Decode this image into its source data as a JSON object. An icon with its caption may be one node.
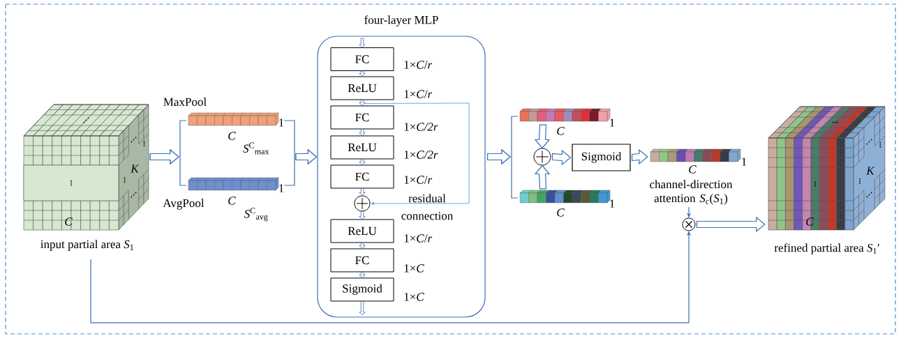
{
  "diagram": {
    "nodes": [
      {
        "text": [
          "K",
          "C"
        ],
        "beside": [
          "input partial area *S*$_{1}$"
        ]
      },
      {
        "text": [],
        "shape": "bar",
        "beside": [
          "C",
          "1",
          "*S*$^{C}$$_{max}$"
        ]
      },
      {
        "text": [],
        "shape": "bar",
        "beside": [
          "C",
          "1",
          "*S*$^{C}$$_{avg}$"
        ]
      },
      {
        "text": [
          "four-layer MLP"
        ]
      },
      {
        "text": [
          "FC"
        ],
        "in": 3,
        "beside": [
          "1×*C*/*r*"
        ]
      },
      {
        "text": [
          "ReLU"
        ],
        "in": 3,
        "beside": [
          "1×*C*/*r*"
        ]
      },
      {
        "text": [
          "FC"
        ],
        "in": 3,
        "beside": [
          "1×*C/2r*"
        ]
      },
      {
        "text": [
          "ReLU"
        ],
        "in": 3,
        "beside": [
          "1×*C/2r*"
        ]
      },
      {
        "text": [
          "FC"
        ],
        "in": 3,
        "beside": [
          "1×*C*/*r*"
        ]
      },
      {
        "text": [],
        "shape": "circle",
        "in": 3
      },
      {
        "text": [
          "ReLU"
        ],
        "in": 3,
        "beside": [
          "1×*C*/*r*"
        ]
      },
      {
        "text": [
          "FC"
        ],
        "in": 3,
        "beside": [
          "1×*C*"
        ]
      },
      {
        "text": [
          "Sigmoid"
        ],
        "in": 3,
        "beside": [
          "1×*C*"
        ]
      },
      {
        "text": [],
        "shape": "bar",
        "beside": [
          "C",
          "1"
        ]
      },
      {
        "text": [],
        "shape": "bar",
        "beside": [
          "C",
          "1"
        ]
      },
      {
        "text": [],
        "shape": "circle"
      },
      {
        "text": [
          "Sigmoid"
        ]
      },
      {
        "text": [],
        "shape": "bar",
        "beside": [
          "C",
          "1",
          "channel-direction attention *S*$_{c}$(*S*$_{1}$)"
        ]
      },
      {
        "text": [],
        "shape": "circle"
      },
      {
        "text": [
          "K",
          "C"
        ],
        "beside": [
          "refined partial area *S*$_{1}$′"
        ]
      }
    ],
    "edges": [
      {
        "from": 0,
        "to": 1,
        "arrow": "to"
      },
      {
        "from": 0,
        "to": 2,
        "arrow": "to"
      },
      {
        "from": 1,
        "to": 3,
        "arrow": "to"
      },
      {
        "from": 2,
        "to": 3,
        "arrow": "to"
      },
      {
        "from": 3,
        "to": 13,
        "arrow": "to"
      },
      {
        "from": 3,
        "to": 14,
        "arrow": "to"
      },
      {
        "from": 13,
        "to": 15,
        "arrow": "to"
      },
      {
        "from": 14,
        "to": 15,
        "arrow": "to"
      },
      {
        "from": 15,
        "to": 16,
        "arrow": "to"
      },
      {
        "from": 16,
        "to": 17,
        "arrow": "to"
      },
      {
        "from": 17,
        "to": 18,
        "arrow": "to"
      },
      {
        "from": 0,
        "to": 18,
        "arrow": "to"
      },
      {
        "from": 18,
        "to": 19,
        "arrow": "to"
      },
      {
        "from": null,
        "to": 4,
        "arrow": "to"
      },
      {
        "from": 4,
        "to": 5,
        "arrow": "to"
      },
      {
        "from": 5,
        "to": 6,
        "arrow": "to"
      },
      {
        "from": 6,
        "to": 7,
        "arrow": "to"
      },
      {
        "from": 7,
        "to": 8,
        "arrow": "to"
      },
      {
        "from": 8,
        "to": 9,
        "arrow": "to"
      },
      {
        "from": 9,
        "to": 10,
        "arrow": "to"
      },
      {
        "from": 10,
        "to": 11,
        "arrow": "to"
      },
      {
        "from": 11,
        "to": 12,
        "arrow": "to"
      },
      {
        "from": 12,
        "to": null,
        "arrow": "to"
      },
      {
        "from": 5,
        "to": 9,
        "arrow": "to",
        "label": "residual connection",
        "color": "#6fa8dc"
      }
    ],
    "labels": [
      "MaxPool",
      "AvgPool"
    ]
  }
}
